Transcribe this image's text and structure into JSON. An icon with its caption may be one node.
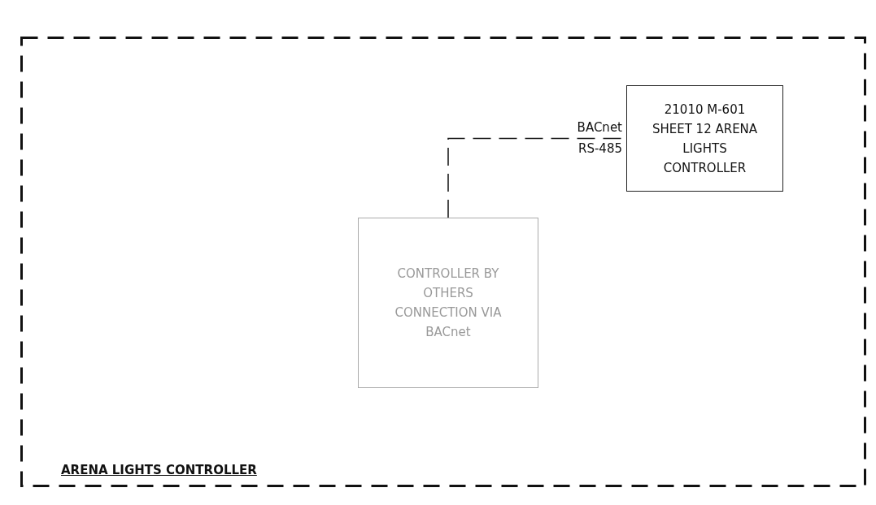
{
  "diagram": {
    "nodes": [
      {
        "text": [
          "ARENA LIGHTS CONTROLLER"
        ]
      },
      {
        "text": [
          "21010 M-601 SHEET 12 ARENA LIGHTS CONTROLLER"
        ],
        "in": 0
      },
      {
        "text": [
          "CONTROLLER BY OTHERS CONNECTION VIA BACnet"
        ],
        "in": 0
      }
    ],
    "edges": [
      {
        "from": 2,
        "to": 1,
        "arrow": "none",
        "label": "BACnet RS-485",
        "style": "dashed"
      }
    ]
  }
}
